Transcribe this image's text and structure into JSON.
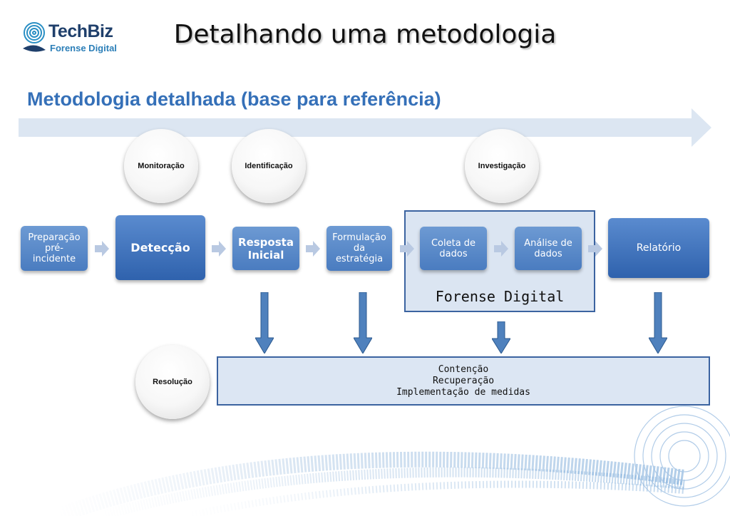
{
  "logo": {
    "title": "TechBiz",
    "subtitle": "Forense Digital",
    "icon": "spiral-fingerprint-icon"
  },
  "page_title": "Detalhando uma metodologia",
  "subtitle": "Metodologia detalhada (base para referência)",
  "phases": {
    "monitoracao": "Monitoração",
    "identificacao": "Identificação",
    "investigacao": "Investigação",
    "resolucao": "Resolução"
  },
  "steps": {
    "preparacao": [
      "Preparação",
      "pré-",
      "incidente"
    ],
    "deteccao": "Detecção",
    "resposta": [
      "Resposta",
      "Inicial"
    ],
    "formulacao": [
      "Formulação",
      "da",
      "estratégia"
    ],
    "coleta": [
      "Coleta de",
      "dados"
    ],
    "analise": [
      "Análise de",
      "dados"
    ],
    "relatorio": "Relatório"
  },
  "forense_label": "Forense Digital",
  "outcomes": [
    "Contenção",
    "Recuperação",
    "Implementação de medidas"
  ],
  "colors": {
    "accent": "#3570b8",
    "box": "#4a7cc0",
    "panel": "#dbe5f2",
    "border": "#3b63a0"
  }
}
